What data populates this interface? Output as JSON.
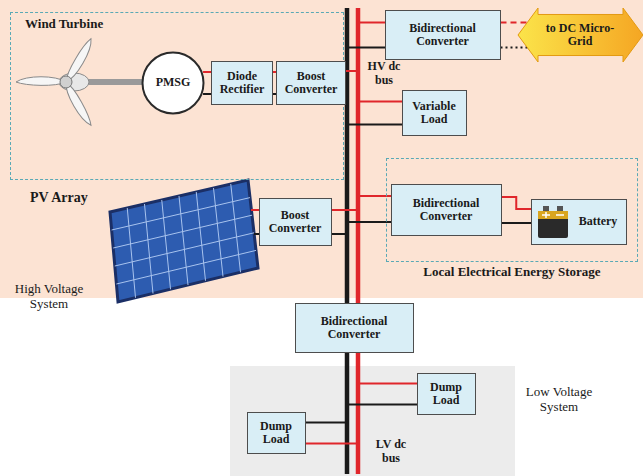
{
  "diagram": {
    "nodes": [
      {
        "text": [
          "Wind Turbine"
        ]
      },
      {
        "text": [
          "PMSG"
        ],
        "in": 0
      },
      {
        "text": [
          "Diode Rectifier"
        ],
        "in": 0
      },
      {
        "text": [
          "Boost Converter"
        ],
        "in": 0
      },
      {
        "text": [
          "Boost Converter"
        ]
      },
      {
        "text": [
          "Bidirectional Converter"
        ]
      },
      {
        "text": [
          "to DC Micro-Grid"
        ]
      },
      {
        "text": [
          "Variable Load"
        ]
      },
      {
        "text": [
          "Local Electrical Energy Storage"
        ]
      },
      {
        "text": [
          "Bidirectional Converter"
        ],
        "in": 8
      },
      {
        "text": [
          "Battery"
        ],
        "in": 8
      },
      {
        "text": [
          "Bidirectional Converter"
        ]
      },
      {
        "text": [
          "Dump Load"
        ]
      },
      {
        "text": [
          "Dump Load"
        ]
      }
    ],
    "edges": [
      {
        "from": 1,
        "to": 2,
        "arrow": "none"
      },
      {
        "from": 2,
        "to": 3,
        "arrow": "none"
      },
      {
        "from": 9,
        "to": 10,
        "arrow": "none"
      },
      {
        "from": 5,
        "to": 6,
        "arrow": "none"
      }
    ],
    "labels": [
      "HV dc bus",
      "PV Array",
      "High Voltage System",
      "LV dc bus",
      "Low Voltage System"
    ]
  }
}
